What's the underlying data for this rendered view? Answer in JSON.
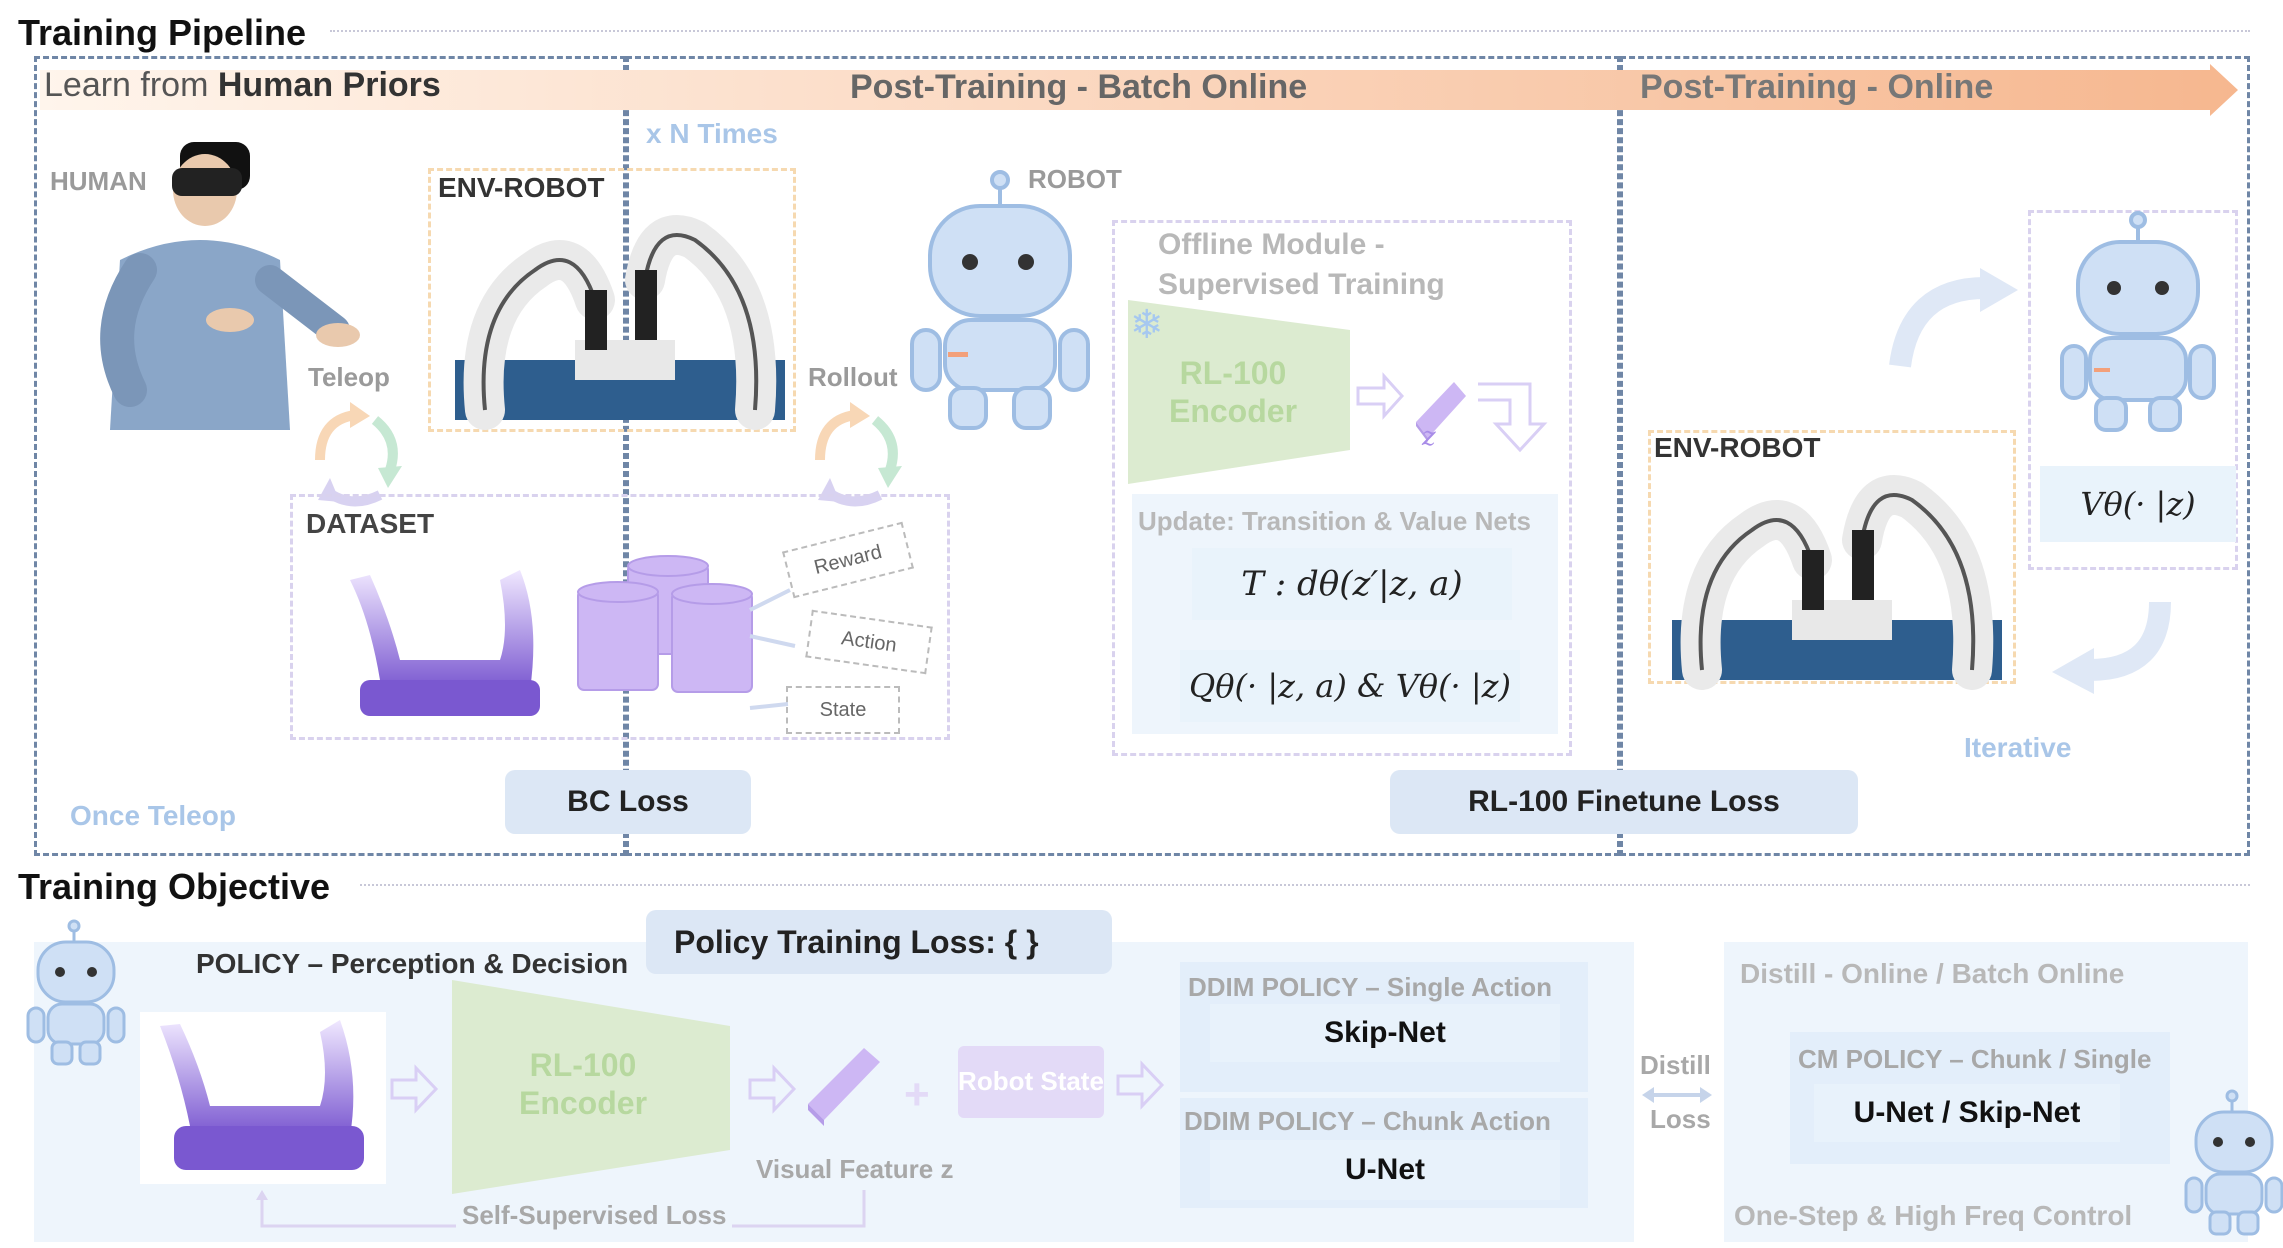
{
  "pipeline": {
    "title": "Training Pipeline",
    "learn_prefix": "Learn  from ",
    "learn_strong": "Human Priors",
    "batch_online": "Post-Training - Batch Online",
    "online": "Post-Training - Online",
    "n_times": "x N Times",
    "human": "HUMAN",
    "env_robot": "ENV-ROBOT",
    "robot": "ROBOT",
    "teleop": "Teleop",
    "rollout": "Rollout",
    "dataset": "DATASET",
    "reward": "Reward",
    "action": "Action",
    "state": "State",
    "once_teleop": "Once Teleop",
    "bc_loss": "BC Loss",
    "offline_module": "Offline Module -",
    "supervised": "Supervised Training",
    "encoder": "RL-100 Encoder",
    "z": "z",
    "update": "Update: Transition & Value Nets",
    "transition_eq": "T : dθ(z′|z, a)",
    "value_eq": "Qθ(· |z, a) & Vθ(· |z)",
    "finetune_loss": "RL-100 Finetune Loss",
    "env_robot_online": "ENV-ROBOT",
    "v_eq": "Vθ(· |z)",
    "iterative": "Iterative"
  },
  "objective": {
    "title": "Training Objective",
    "policy_label": "POLICY – Perception & Decision",
    "policy_loss": "Policy Training Loss: {      }",
    "encoder": "RL-100 Encoder",
    "visual_feature": "Visual Feature z",
    "robot_state": "Robot State",
    "self_supervised": "Self-Supervised Loss",
    "ddim_single": "DDIM POLICY – Single Action",
    "skip_net": "Skip-Net",
    "ddim_chunk": "DDIM POLICY – Chunk Action",
    "u_net": "U-Net",
    "distill": "Distill",
    "loss": "Loss",
    "distill_header": "Distill - Online / Batch Online",
    "cm_policy": "CM POLICY – Chunk / Single",
    "unet_skip": "U-Net / Skip-Net",
    "one_step": "One-Step & High Freq Control"
  },
  "colors": {
    "frame_dash": "#6f86a6",
    "encoder_green": "#dcebd0",
    "encoder_text": "#b7d89f",
    "purple_points": "#8a6bd8",
    "robot_blue": "#cfe0f5",
    "orange_arrow": "#f6c9a4"
  }
}
